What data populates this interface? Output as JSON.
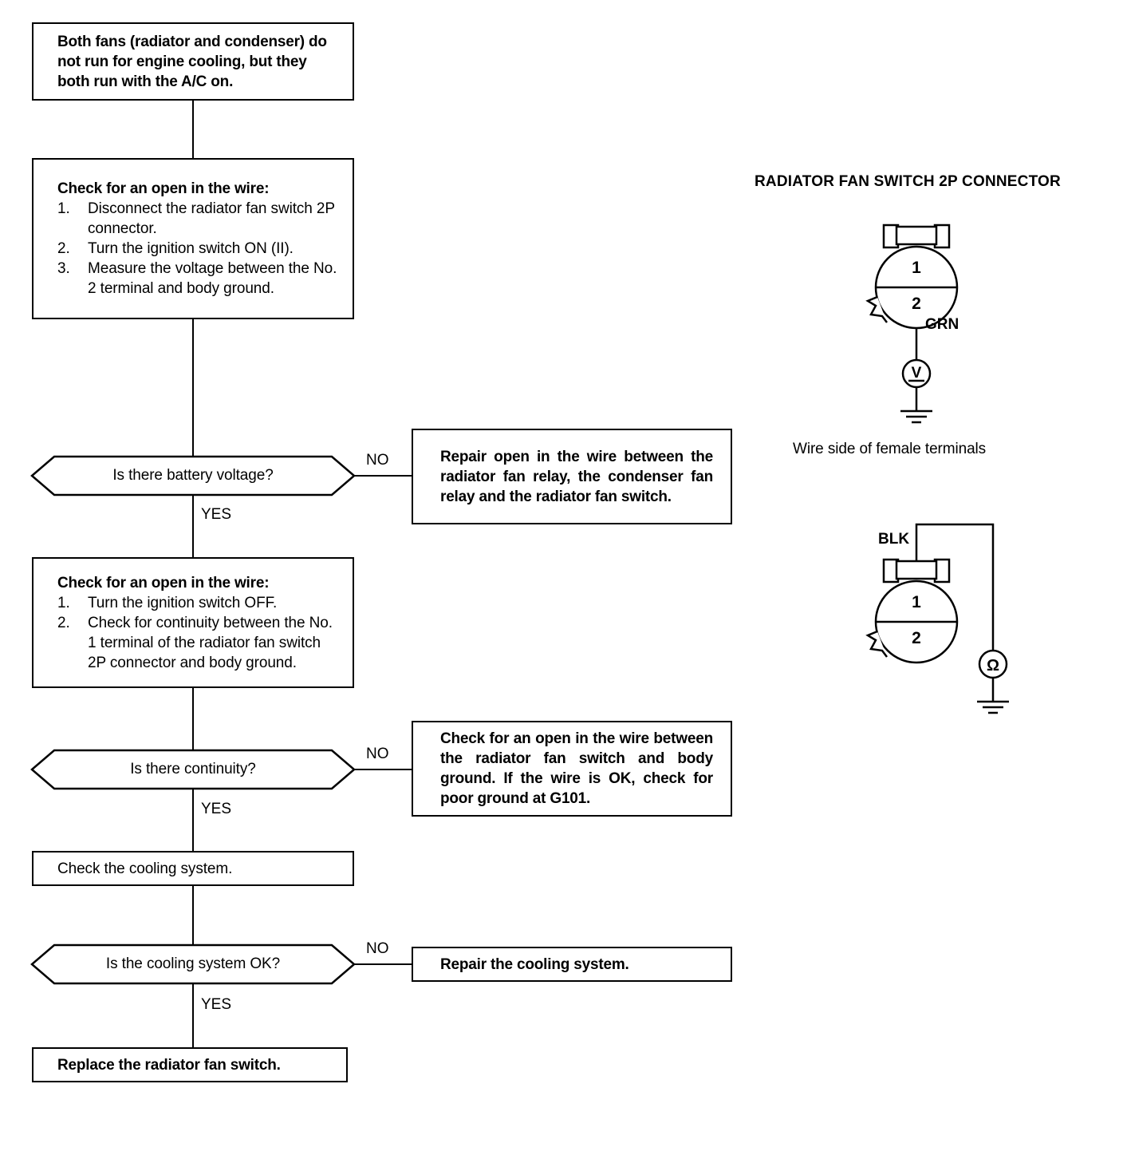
{
  "flow": {
    "symptom": {
      "text": "Both fans (radiator and condenser) do not run for engine cooling, but they both run with the A/C on."
    },
    "check1": {
      "title": "Check for an open in the wire:",
      "steps": [
        {
          "num": "1.",
          "text": "Disconnect the radiator fan switch 2P connector."
        },
        {
          "num": "2.",
          "text": "Turn the ignition switch ON (II)."
        },
        {
          "num": "3.",
          "text": "Measure the voltage between the No. 2 terminal and body ground."
        }
      ]
    },
    "decision1": {
      "question": "Is there battery voltage?",
      "no_label": "NO",
      "yes_label": "YES"
    },
    "repair1": {
      "text": "Repair open in the wire between the radiator fan relay, the condenser fan relay and the radiator fan switch."
    },
    "check2": {
      "title": "Check for an open in the wire:",
      "steps": [
        {
          "num": "1.",
          "text": "Turn the ignition switch OFF."
        },
        {
          "num": "2.",
          "text": "Check for continuity between the No. 1 terminal of the radiator fan switch 2P connector and body ground."
        }
      ]
    },
    "decision2": {
      "question": "Is there continuity?",
      "no_label": "NO",
      "yes_label": "YES"
    },
    "repair2": {
      "text": "Check for an open in the wire between the radiator fan switch and body ground. If the wire is OK, check for poor ground at G101."
    },
    "action1": {
      "text": "Check the cooling system."
    },
    "decision3": {
      "question": "Is the cooling system OK?",
      "no_label": "NO",
      "yes_label": "YES"
    },
    "repair3": {
      "text": "Repair the cooling system."
    },
    "final": {
      "text": "Replace the radiator fan switch."
    }
  },
  "connector_panel": {
    "heading": "RADIATOR FAN SWITCH 2P CONNECTOR",
    "caption": "Wire side of female terminals",
    "diagram_top": {
      "terminal_upper": "1",
      "terminal_lower": "2",
      "wire_color": "GRN",
      "meter_symbol": "V"
    },
    "diagram_bottom": {
      "terminal_upper": "1",
      "terminal_lower": "2",
      "wire_color": "BLK",
      "meter_symbol": "Ω"
    }
  },
  "colors": {
    "ink": "#000000",
    "paper": "#ffffff"
  }
}
